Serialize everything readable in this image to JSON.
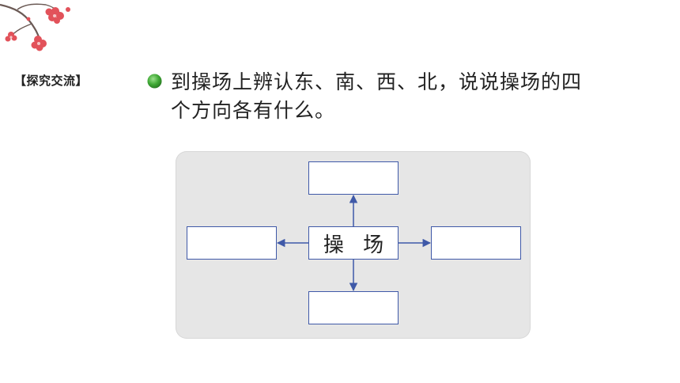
{
  "decoration": {
    "icon": "plum-blossom-icon",
    "petal_color": "#e2525a"
  },
  "section": {
    "label": "【探究交流】"
  },
  "question": {
    "bullet_icon": "green-dot-icon",
    "bullet_color": "#3fa935",
    "text": "到操场上辨认东、南、西、北，说说操场的四个方向各有什么。"
  },
  "diagram": {
    "center_label": "操 场",
    "box_top": "",
    "box_bottom": "",
    "box_left": "",
    "box_right": "",
    "border_color": "#3f59a8",
    "background_color": "#e6e6e6"
  }
}
